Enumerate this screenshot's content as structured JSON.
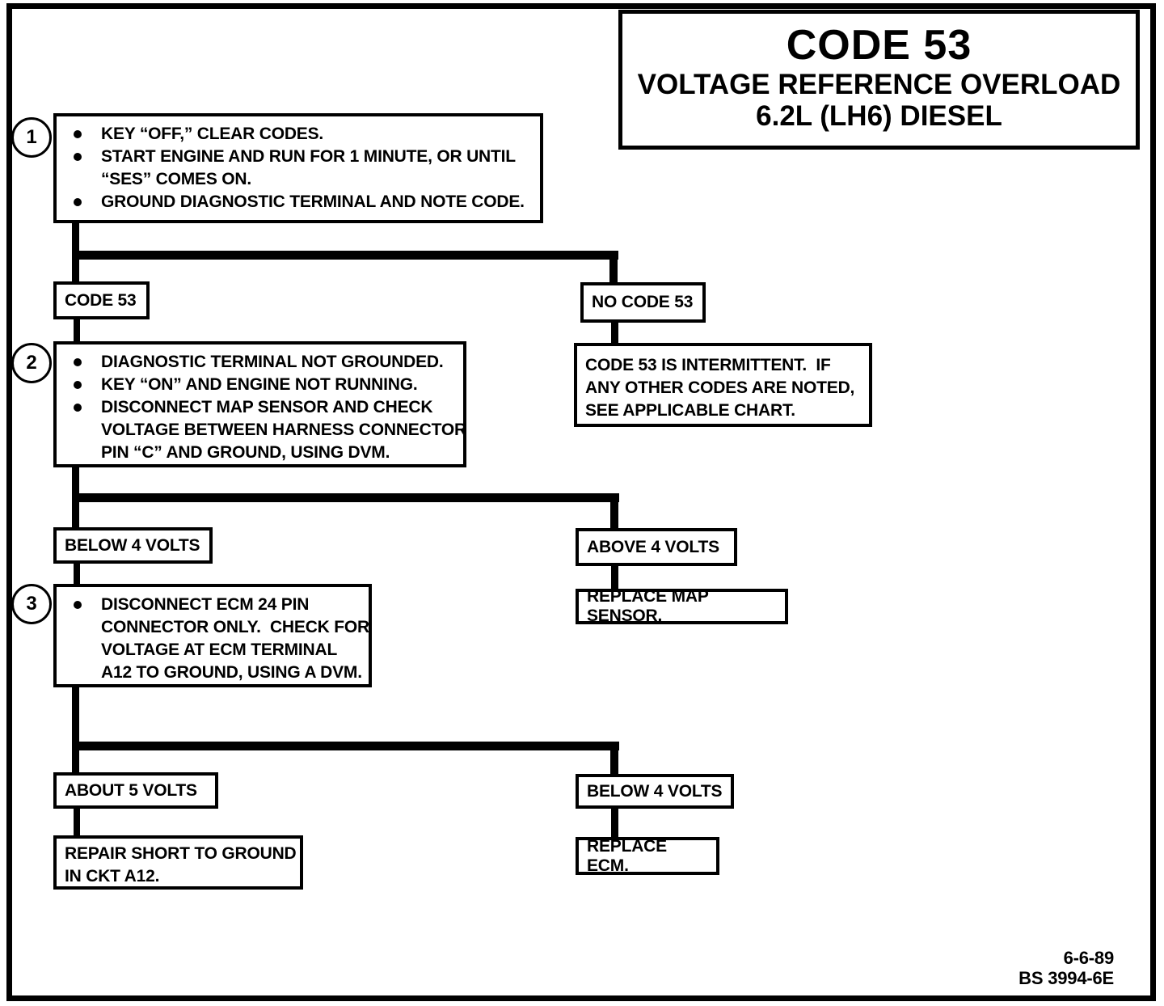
{
  "title": {
    "heading": "CODE 53",
    "subtitle1": "VOLTAGE REFERENCE OVERLOAD",
    "subtitle2": "6.2L (LH6) DIESEL"
  },
  "steps": [
    {
      "number": "1",
      "bullets": [
        {
          "lines": [
            "KEY “OFF,” CLEAR CODES."
          ]
        },
        {
          "lines": [
            "START ENGINE AND RUN FOR 1 MINUTE, OR UNTIL",
            "“SES” COMES ON."
          ]
        },
        {
          "lines": [
            "GROUND DIAGNOSTIC TERMINAL AND NOTE CODE."
          ]
        }
      ]
    },
    {
      "number": "2",
      "bullets": [
        {
          "lines": [
            "DIAGNOSTIC TERMINAL NOT GROUNDED."
          ]
        },
        {
          "lines": [
            "KEY “ON” AND ENGINE NOT RUNNING."
          ]
        },
        {
          "lines": [
            "DISCONNECT MAP SENSOR AND CHECK",
            "VOLTAGE BETWEEN HARNESS CONNECTOR",
            "PIN “C” AND GROUND, USING DVM."
          ]
        }
      ]
    },
    {
      "number": "3",
      "bullets": [
        {
          "lines": [
            "DISCONNECT ECM 24 PIN",
            "CONNECTOR ONLY.  CHECK FOR",
            "VOLTAGE AT ECM TERMINAL",
            "A12 TO GROUND, USING A DVM."
          ]
        }
      ]
    }
  ],
  "branch_labels": {
    "code53": "CODE 53",
    "no_code53": "NO CODE 53",
    "below4_first": "BELOW 4 VOLTS",
    "above4": "ABOVE 4 VOLTS",
    "about5": "ABOUT 5 VOLTS",
    "below4_second": "BELOW 4 VOLTS"
  },
  "results": {
    "intermittent": {
      "lines": [
        "CODE 53 IS INTERMITTENT.  IF",
        "ANY OTHER CODES ARE NOTED,",
        "SEE APPLICABLE CHART."
      ]
    },
    "replace_map_sensor": "REPLACE MAP SENSOR.",
    "repair_short": {
      "lines": [
        "REPAIR SHORT TO GROUND",
        "IN CKT A12."
      ]
    },
    "replace_ecm": "REPLACE ECM."
  },
  "footer": {
    "date": "6-6-89",
    "doc_id": "BS 3994-6E"
  },
  "colors": {
    "ink": "#000000",
    "paper": "#ffffff"
  }
}
